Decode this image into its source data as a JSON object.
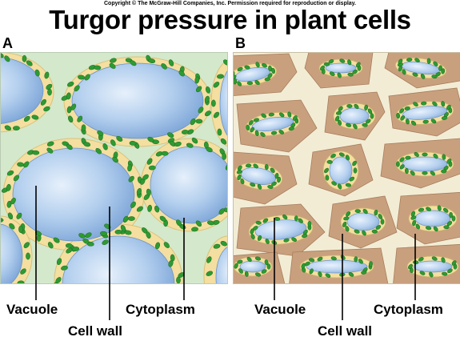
{
  "copyright": "Copyright © The McGraw-Hill Companies, Inc. Permission required for reproduction or display.",
  "title": "Turgor pressure in plant cells",
  "panels": [
    {
      "letter": "A",
      "labels": {
        "vacuole": "Vacuole",
        "cell_wall": "Cell wall",
        "cytoplasm": "Cytoplasm"
      }
    },
    {
      "letter": "B",
      "labels": {
        "vacuole": "Vacuole",
        "cell_wall": "Cell wall",
        "cytoplasm": "Cytoplasm"
      }
    }
  ],
  "colors": {
    "cell_wall": "#d4e8cc",
    "cytoplasm": "#f4dfa0",
    "vacuole": "#a8c8ec",
    "chloroplast": "#2e9a32",
    "shrunken_cytoplasm": "#c9a07e",
    "wall_b": "#f3ecd5"
  }
}
